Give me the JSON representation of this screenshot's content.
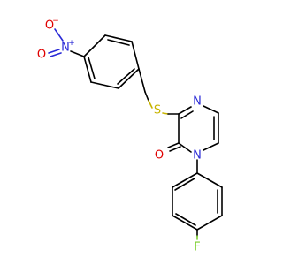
{
  "atoms": {
    "nitro_o_top": {
      "symbol": "O",
      "charge": "−",
      "color": "#e00000"
    },
    "nitro_n": {
      "symbol": "N",
      "charge": "+",
      "color": "#2a2ad6"
    },
    "nitro_o_side": {
      "symbol": "O",
      "color": "#e00000"
    },
    "sulfur": {
      "symbol": "S",
      "color": "#c8b400"
    },
    "pyrazine_n4": {
      "symbol": "N",
      "color": "#2a2ad6"
    },
    "pyrazine_n1": {
      "symbol": "N",
      "color": "#2a2ad6"
    },
    "carbonyl_o": {
      "symbol": "O",
      "color": "#e00000"
    },
    "fluorine": {
      "symbol": "F",
      "color": "#7ccf2e"
    }
  }
}
